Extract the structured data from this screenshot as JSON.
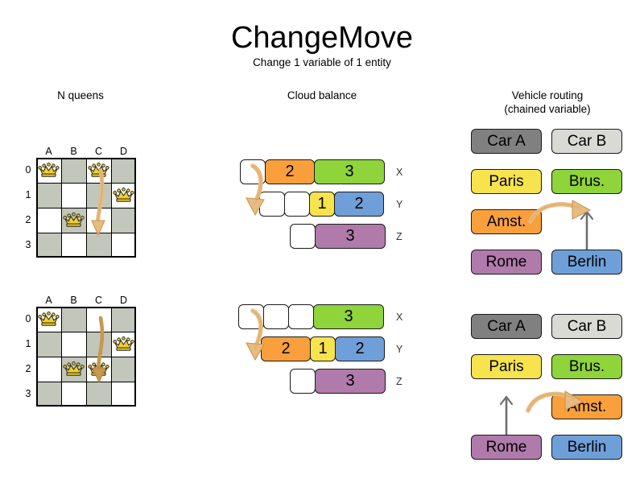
{
  "header": {
    "title": "ChangeMove",
    "subtitle": "Change 1 variable of 1 entity"
  },
  "columns": [
    {
      "id": "nqueens",
      "label": "N queens",
      "label_line2": ""
    },
    {
      "id": "cloudbalance",
      "label": "Cloud balance",
      "label_line2": ""
    },
    {
      "id": "vehiclerouting",
      "label": "Vehicle routing",
      "label_line2": "(chained variable)"
    }
  ],
  "nqueens": {
    "col_labels": [
      "A",
      "B",
      "C",
      "D"
    ],
    "row_labels": [
      "0",
      "1",
      "2",
      "3"
    ],
    "before": {
      "queens": [
        {
          "col": 0,
          "row": 0
        },
        {
          "col": 2,
          "row": 0
        },
        {
          "col": 3,
          "row": 1
        },
        {
          "col": 1,
          "row": 2
        }
      ],
      "move_arrow": {
        "from_col": 2,
        "from_row": 0,
        "to_col": 2,
        "to_row": 2
      }
    },
    "after": {
      "queens": [
        {
          "col": 0,
          "row": 0
        },
        {
          "col": 3,
          "row": 1
        },
        {
          "col": 1,
          "row": 2
        },
        {
          "col": 2,
          "row": 2
        }
      ],
      "move_arrow": {
        "from_col": 2,
        "from_row": 0,
        "to_col": 2,
        "to_row": 2
      }
    }
  },
  "cloudbalance": {
    "row_labels": [
      "X",
      "Y",
      "Z"
    ],
    "before": [
      {
        "label": "X",
        "segments": [
          {
            "value": "",
            "color": "empty",
            "width": 32
          },
          {
            "value": "2",
            "color": "orange",
            "width": 62
          },
          {
            "value": "3",
            "color": "green",
            "width": 88
          }
        ]
      },
      {
        "label": "Y",
        "segments": [
          {
            "value": "",
            "color": "empty",
            "width": 32
          },
          {
            "value": "",
            "color": "empty",
            "width": 32
          },
          {
            "value": "1",
            "color": "yellow",
            "width": 32
          },
          {
            "value": "2",
            "color": "blue",
            "width": 62
          }
        ]
      },
      {
        "label": "Z",
        "segments": [
          {
            "value": "",
            "color": "empty",
            "width": 32
          },
          {
            "value": "3",
            "color": "purple",
            "width": 88
          }
        ]
      }
    ],
    "after": [
      {
        "label": "X",
        "segments": [
          {
            "value": "",
            "color": "empty",
            "width": 32
          },
          {
            "value": "",
            "color": "empty",
            "width": 32
          },
          {
            "value": "",
            "color": "empty",
            "width": 32
          },
          {
            "value": "3",
            "color": "green",
            "width": 88
          }
        ]
      },
      {
        "label": "Y",
        "segments": [
          {
            "value": "2",
            "color": "orange",
            "width": 62
          },
          {
            "value": "1",
            "color": "yellow",
            "width": 32
          },
          {
            "value": "2",
            "color": "blue",
            "width": 62
          }
        ]
      },
      {
        "label": "Z",
        "segments": [
          {
            "value": "",
            "color": "empty",
            "width": 32
          },
          {
            "value": "3",
            "color": "purple",
            "width": 88
          }
        ]
      }
    ]
  },
  "vehiclerouting": {
    "before": {
      "vehicles": [
        {
          "name": "Car A",
          "color": "cara"
        },
        {
          "name": "Car B",
          "color": "carb"
        }
      ],
      "chain_a": [
        "Paris",
        "Amst.",
        "Rome"
      ],
      "chain_b": [
        "Brus.",
        "Berlin"
      ],
      "moving_entity": "Amst."
    },
    "after": {
      "vehicles": [
        {
          "name": "Car A",
          "color": "cara"
        },
        {
          "name": "Car B",
          "color": "carb"
        }
      ],
      "chain_a": [
        "Paris",
        "Rome"
      ],
      "chain_b": [
        "Brus.",
        "Amst.",
        "Berlin"
      ],
      "moving_entity": "Amst."
    },
    "labels": {
      "car_a": "Car A",
      "car_b": "Car B",
      "paris": "Paris",
      "brus": "Brus.",
      "amst": "Amst.",
      "rome": "Rome",
      "berlin": "Berlin"
    }
  },
  "colors": {
    "queen_gold": "#f2d024",
    "board_dark": "#c2c6bb",
    "board_light": "#ffffff",
    "arrow_fill": "#e8bb80",
    "arrow_stroke": "#c9974e",
    "orange": "#f9a03c",
    "green": "#8ed43a",
    "yellow": "#f7e34d",
    "blue": "#6f9fd8",
    "purple": "#b07aab",
    "car_a_gray": "#808080",
    "car_b_gray": "#d9dad4",
    "chain_line": "#6e6e6e"
  }
}
